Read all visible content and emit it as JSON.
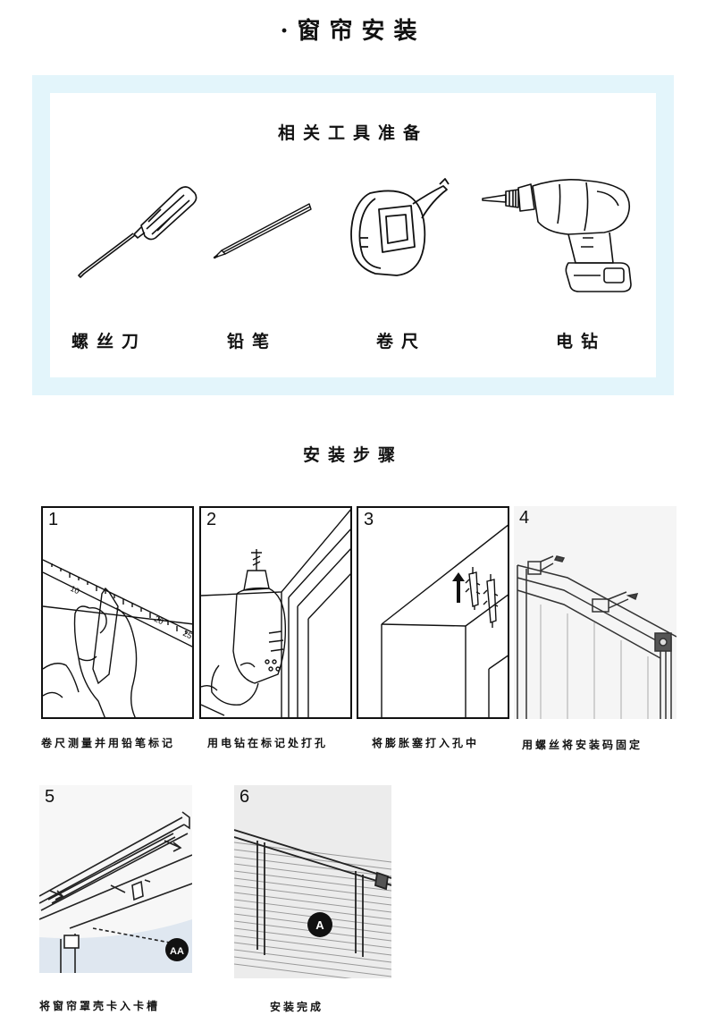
{
  "header": {
    "title": "·窗帘安装"
  },
  "tools": {
    "title": "相关工具准备",
    "items": [
      {
        "label": "螺丝刀",
        "icon": "screwdriver-icon"
      },
      {
        "label": "铅笔",
        "icon": "pencil-icon"
      },
      {
        "label": "卷尺",
        "icon": "tape-measure-icon"
      },
      {
        "label": "电钻",
        "icon": "electric-drill-icon"
      }
    ]
  },
  "steps": {
    "title": "安装步骤",
    "items": [
      {
        "number": "1",
        "caption": "卷尺测量并用铅笔标记",
        "ruler_ticks": [
          "10",
          "20",
          "25"
        ]
      },
      {
        "number": "2",
        "caption": "用电钻在标记处打孔"
      },
      {
        "number": "3",
        "caption": "将膨胀塞打入孔中"
      },
      {
        "number": "4",
        "caption": "用螺丝将安装码固定"
      },
      {
        "number": "5",
        "caption": "将窗帘罩壳卡入卡槽",
        "badge": "AA"
      },
      {
        "number": "6",
        "caption": "安装完成",
        "badge": "A"
      }
    ]
  },
  "colors": {
    "panel_bg": "#e3f5fb",
    "line": "#111111"
  }
}
